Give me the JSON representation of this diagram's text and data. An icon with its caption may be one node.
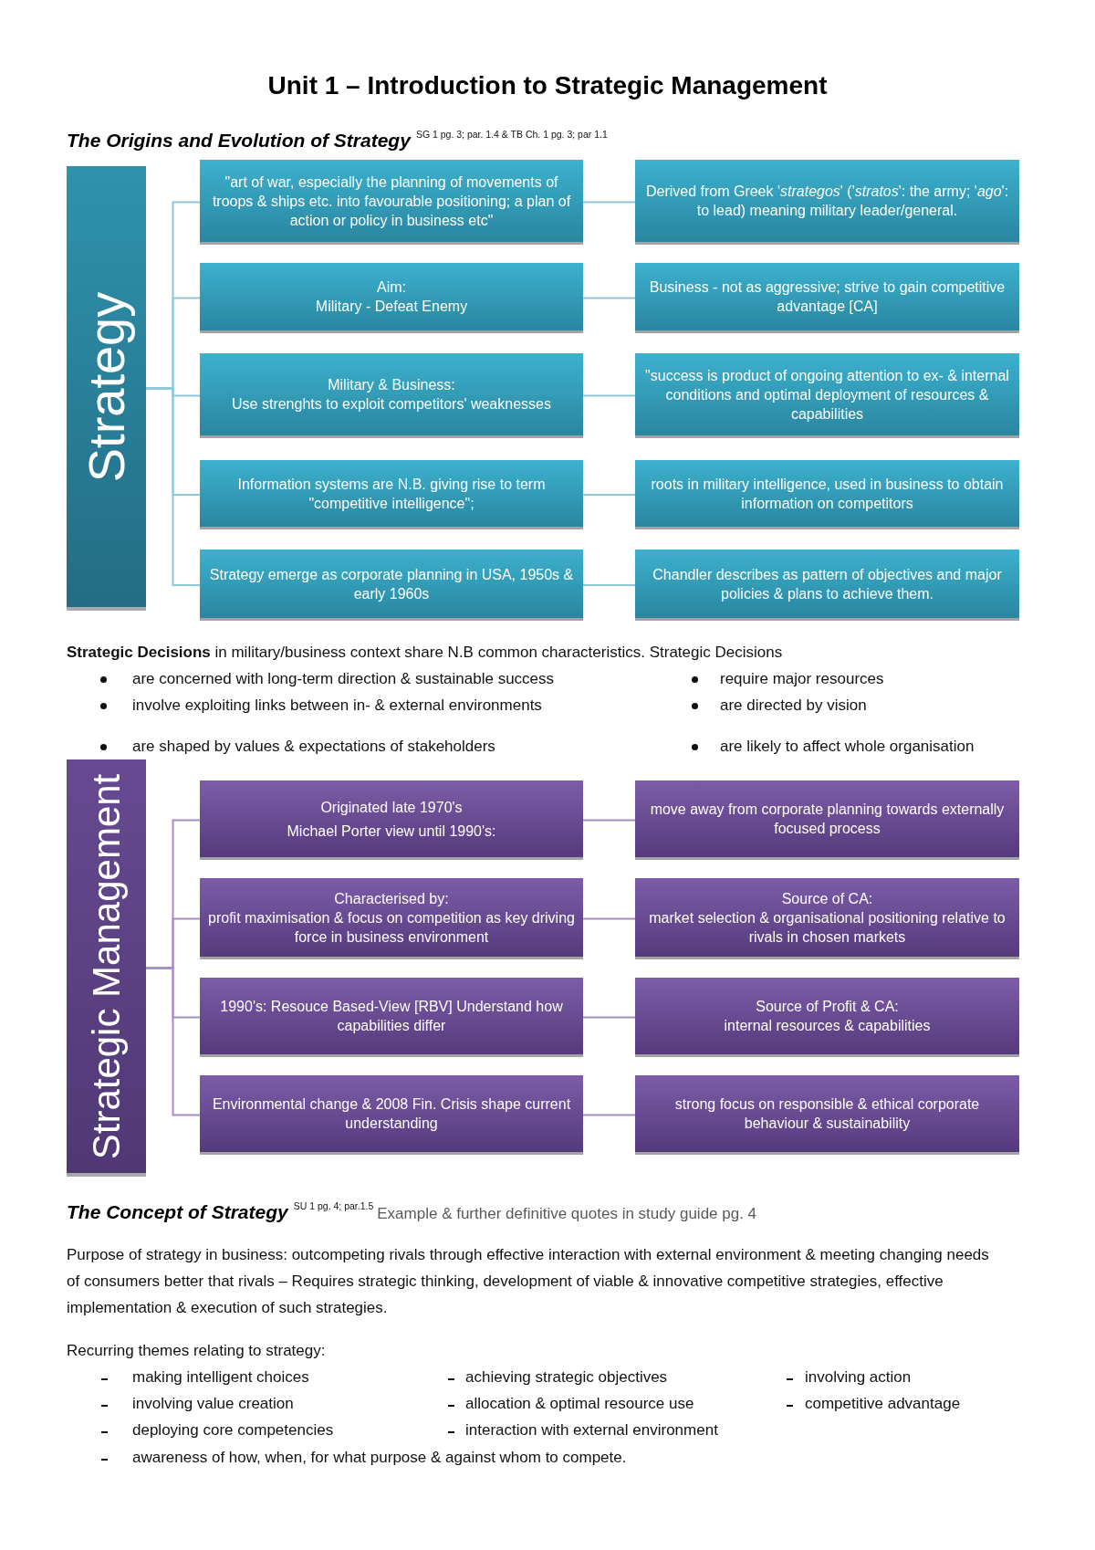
{
  "diagram": {
    "title": "Unit 1 – Introduction to Strategic Management",
    "nodes": [
      {
        "text": [
          "Strategy"
        ]
      },
      {
        "text": [
          "\"art of war, especially the planning of movements of troops & ships etc. into favourable positioning; a plan of action or policy in business etc\""
        ]
      },
      {
        "text": [
          "Derived from Greek '*strategos*' ('*stratos*': the army; '*ago*': to lead) meaning military leader/general."
        ]
      },
      {
        "text": [
          "Aim:",
          "Military - Defeat Enemy"
        ]
      },
      {
        "text": [
          "Business - not as aggressive; strive to gain competitive advantage [CA]"
        ]
      },
      {
        "text": [
          "Military & Business:",
          "Use strenghts to exploit competitors' weaknesses"
        ]
      },
      {
        "text": [
          "\"success is product of ongoing attention to ex- & internal conditions and optimal deployment of resources & capabilities"
        ]
      },
      {
        "text": [
          "Information systems are N.B. giving rise to term \"competitive intelligence\";"
        ]
      },
      {
        "text": [
          "roots in military intelligence, used in business to obtain information on competitors"
        ]
      },
      {
        "text": [
          "Strategy emerge as corporate planning in USA, 1950s & early 1960s"
        ]
      },
      {
        "text": [
          "Chandler describes as pattern of objectives and major policies & plans to achieve them."
        ]
      },
      {
        "text": [
          "Strategic Management"
        ]
      },
      {
        "text": [
          "Originated late 1970's",
          "Michael Porter view until 1990's:"
        ]
      },
      {
        "text": [
          "move away from corporate planning towards externally focused process"
        ]
      },
      {
        "text": [
          "Characterised by:",
          "profit maximisation & focus on competition as key driving force in business environment"
        ]
      },
      {
        "text": [
          "Source of CA:",
          "market selection & organisational positioning relative to rivals in chosen markets"
        ]
      },
      {
        "text": [
          "1990's: Resouce Based-View [RBV] Understand how capabilities differ"
        ]
      },
      {
        "text": [
          "Source of Profit & CA:",
          "internal resources & capabilities"
        ]
      },
      {
        "text": [
          "Environmental change & 2008 Fin. Crisis shape current understanding"
        ]
      },
      {
        "text": [
          "strong focus on responsible & ethical corporate behaviour & sustainability"
        ]
      }
    ],
    "edges": [
      {
        "from": 0,
        "to": 1,
        "arrow": "none"
      },
      {
        "from": 1,
        "to": 2,
        "arrow": "none"
      },
      {
        "from": 0,
        "to": 3,
        "arrow": "none"
      },
      {
        "from": 3,
        "to": 4,
        "arrow": "none"
      },
      {
        "from": 0,
        "to": 5,
        "arrow": "none"
      },
      {
        "from": 5,
        "to": 6,
        "arrow": "none"
      },
      {
        "from": 0,
        "to": 7,
        "arrow": "none"
      },
      {
        "from": 7,
        "to": 8,
        "arrow": "none"
      },
      {
        "from": 0,
        "to": 9,
        "arrow": "none"
      },
      {
        "from": 9,
        "to": 10,
        "arrow": "none"
      },
      {
        "from": 11,
        "to": 12,
        "arrow": "none",
        "color": "#a58dc4"
      },
      {
        "from": 12,
        "to": 13,
        "arrow": "none",
        "color": "#a58dc4"
      },
      {
        "from": 11,
        "to": 14,
        "arrow": "none",
        "color": "#a58dc4"
      },
      {
        "from": 14,
        "to": 15,
        "arrow": "none",
        "color": "#a58dc4"
      },
      {
        "from": 11,
        "to": 16,
        "arrow": "none",
        "color": "#a58dc4"
      },
      {
        "from": 16,
        "to": 17,
        "arrow": "none",
        "color": "#a58dc4"
      },
      {
        "from": 11,
        "to": 18,
        "arrow": "none",
        "color": "#a58dc4"
      },
      {
        "from": 18,
        "to": 19,
        "arrow": "none",
        "color": "#a58dc4"
      }
    ],
    "labels": [
      "The Origins and Evolution of Strategy",
      "SG 1 pg. 3; par. 1.4 & TB Ch. 1 pg. 3; par 1.1",
      "**Strategic Decisions** in military/business context share N.B common characteristics. Strategic Decisions",
      "are concerned with long-term direction & sustainable success",
      "require major resources",
      "involve exploiting links between in- & external environments",
      "are directed by vision",
      "are shaped by values & expectations of stakeholders",
      "are likely to affect whole organisation",
      "The Concept of Strategy",
      "SU 1 pg. 4; par.1.5",
      "Example & further definitive quotes in study guide pg. 4",
      "Purpose of strategy in business: outcompeting rivals through effective interaction with external environment & meeting changing needs of consumers better that rivals – Requires strategic thinking, development of viable & innovative competitive strategies, effective implementation & execution of such strategies.",
      "Recurring themes relating to strategy:",
      "making intelligent choices",
      "achieving strategic objectives",
      "involving action",
      "involving value creation",
      "allocation & optimal resource use",
      "competitive advantage",
      "deploying core competencies",
      "interaction with external environment",
      "awareness of how, when, for what purpose & against whom to compete."
    ]
  }
}
